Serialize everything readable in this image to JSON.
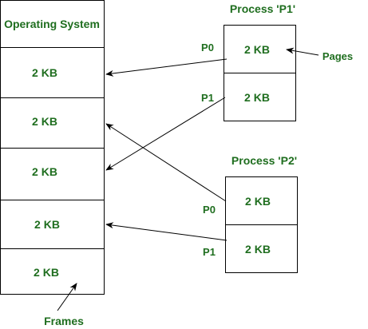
{
  "memory": {
    "os_label": "Operating System",
    "frames": [
      "2 KB",
      "2 KB",
      "2 KB",
      "2 KB",
      "2 KB"
    ]
  },
  "process_p1": {
    "title": "Process 'P1'",
    "pages": [
      {
        "id": "P0",
        "size": "2 KB"
      },
      {
        "id": "P1",
        "size": "2 KB"
      }
    ]
  },
  "process_p2": {
    "title": "Process 'P2'",
    "pages": [
      {
        "id": "P0",
        "size": "2 KB"
      },
      {
        "id": "P1",
        "size": "2 KB"
      }
    ]
  },
  "annotations": {
    "pages_label": "Pages",
    "frames_label": "Frames"
  },
  "colors": {
    "text": "#1f6e1f",
    "stroke": "#000000"
  }
}
